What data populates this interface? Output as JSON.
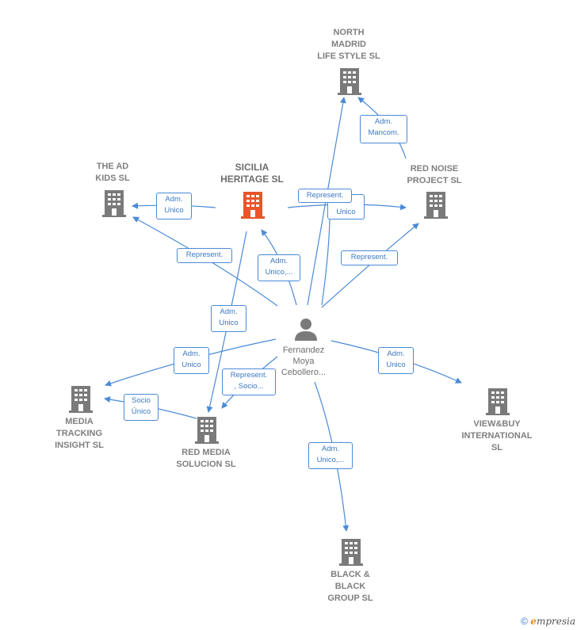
{
  "nodes": {
    "north_madrid": "NORTH\nMADRID\nLIFE STYLE  SL",
    "the_ad_kids": "THE AD\nKIDS  SL",
    "sicilia_heritage": "SICILIA\nHERITAGE  SL",
    "red_noise": "RED NOISE\nPROJECT  SL",
    "person": "Fernandez\nMoya\nCebollero...",
    "media_tracking": "MEDIA\nTRACKING\nINSIGHT  SL",
    "red_media": "RED MEDIA\nSOLUCION SL",
    "view_buy": "VIEW&BUY\nINTERNATIONAL\nSL",
    "black_black": "BLACK &\nBLACK\nGROUP  SL"
  },
  "edges": {
    "adm_mancom": "Adm.\nMancom.",
    "adm_unico_adkids": "Adm.\nUnico",
    "represent_top": "Represent.",
    "unico_top": "Unico",
    "represent_adkids": "Represent.",
    "represent_rednoise": "Represent.",
    "adm_unico_sicilia": "Adm.\nUnico,...",
    "adm_unico_redmedia": "Adm.\nUnico",
    "adm_unico_media": "Adm.\nUnico",
    "represent_socio": "Represent.\n, Socio...",
    "socio_unico": "Socio\nÚnico",
    "adm_unico_viewbuy": "Adm.\nUnico",
    "adm_unico_black": "Adm.\nUnico,..."
  },
  "footer": {
    "copyright": "©",
    "brand_initial": "e",
    "brand_rest": "mpresia"
  },
  "colors": {
    "company": "#7a7a7a",
    "focus": "#e8562a",
    "edge": "#4a8ad6"
  }
}
